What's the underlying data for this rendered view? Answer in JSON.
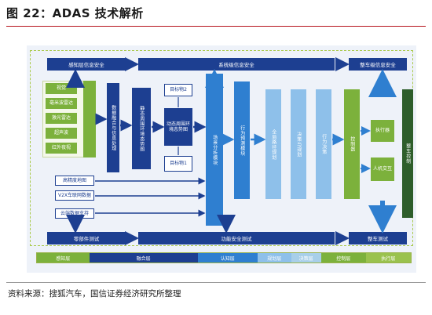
{
  "header": {
    "title": "图 22：ADAS 技术解析"
  },
  "footer": {
    "source": "资料来源：搜狐汽车，国信证券经济研究所整理"
  },
  "diagram": {
    "top_bars": {
      "perception_safety": "感知层信息安全",
      "system_safety": "系统级信息安全",
      "vehicle_safety": "整车级信息安全"
    },
    "bottom_bars": {
      "component_test": "零部件测试",
      "functional_test": "功能安全测试",
      "vehicle_test": "整车测试"
    },
    "sensors": [
      "视觉",
      "毫米波雷达",
      "激光雷达",
      "超声波",
      "红外夜视"
    ],
    "v2x_inputs": [
      "高精度地图",
      "V2X车联网数据",
      "云端数据支持"
    ],
    "fusion": "数据融合与信息处理",
    "static_env": "静态周围环境态势图",
    "dynamic_env": "动态周围环境态势图",
    "track_objects": [
      "目标物2",
      "目标物1"
    ],
    "situation_analysis": "场景分析模块",
    "behavior_prediction": "行为预测模块",
    "path_planning": "全局路径规划",
    "decision_planning": "决策与规划",
    "behavior_control": "行为决策",
    "controller": "控制器",
    "actuators": [
      "执行器",
      "人机交互"
    ],
    "vehicle_control": "整车控制"
  },
  "legend": {
    "items": [
      "感知层",
      "融合层",
      "认知层",
      "规划层",
      "决策层",
      "控制层",
      "执行层"
    ],
    "colors": [
      "#7cb13c",
      "#1d3f91",
      "#2f7fd0",
      "#8ec0ea",
      "#a8cfe9",
      "#7cb13c",
      "#9ac24e"
    ]
  }
}
